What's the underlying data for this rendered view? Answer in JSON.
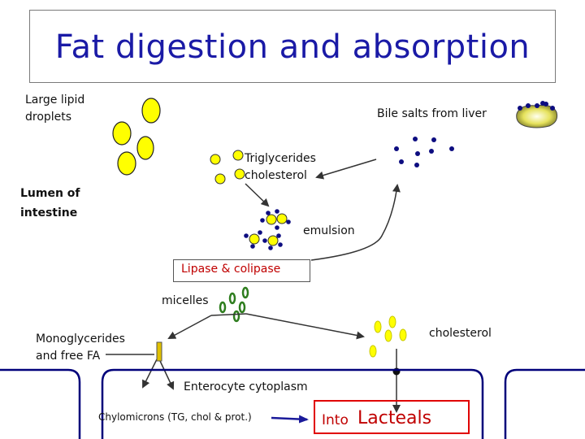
{
  "title": "Fat digestion and absorption",
  "labels": {
    "large_lipid_line1": "Large lipid",
    "large_lipid_line2": "droplets",
    "bile_salts": "Bile salts from liver",
    "triglycerides": "Triglycerides",
    "cholesterol_top": "cholesterol",
    "lumen_line1": "Lumen of",
    "lumen_line2": "intestine",
    "emulsion": "emulsion",
    "lipase": "Lipase & colipase",
    "micelles": "micelles",
    "monoglycerides_line1": "Monoglycerides",
    "monoglycerides_line2": "and free FA",
    "cholesterol_right": "cholesterol",
    "enterocyte": "Enterocyte cytoplasm",
    "chylomicrons": "Chylomicrons (TG, chol & prot.)",
    "into": "Into",
    "lacteals": "Lacteals"
  },
  "colors": {
    "title": "#1a1aa6",
    "lipid_yellow": "#ffff00",
    "bile_blue": "#0d0d80",
    "micelle_green": "#2e7d1e",
    "membrane_blue": "#00007a",
    "lacteal_red": "#e00000"
  }
}
